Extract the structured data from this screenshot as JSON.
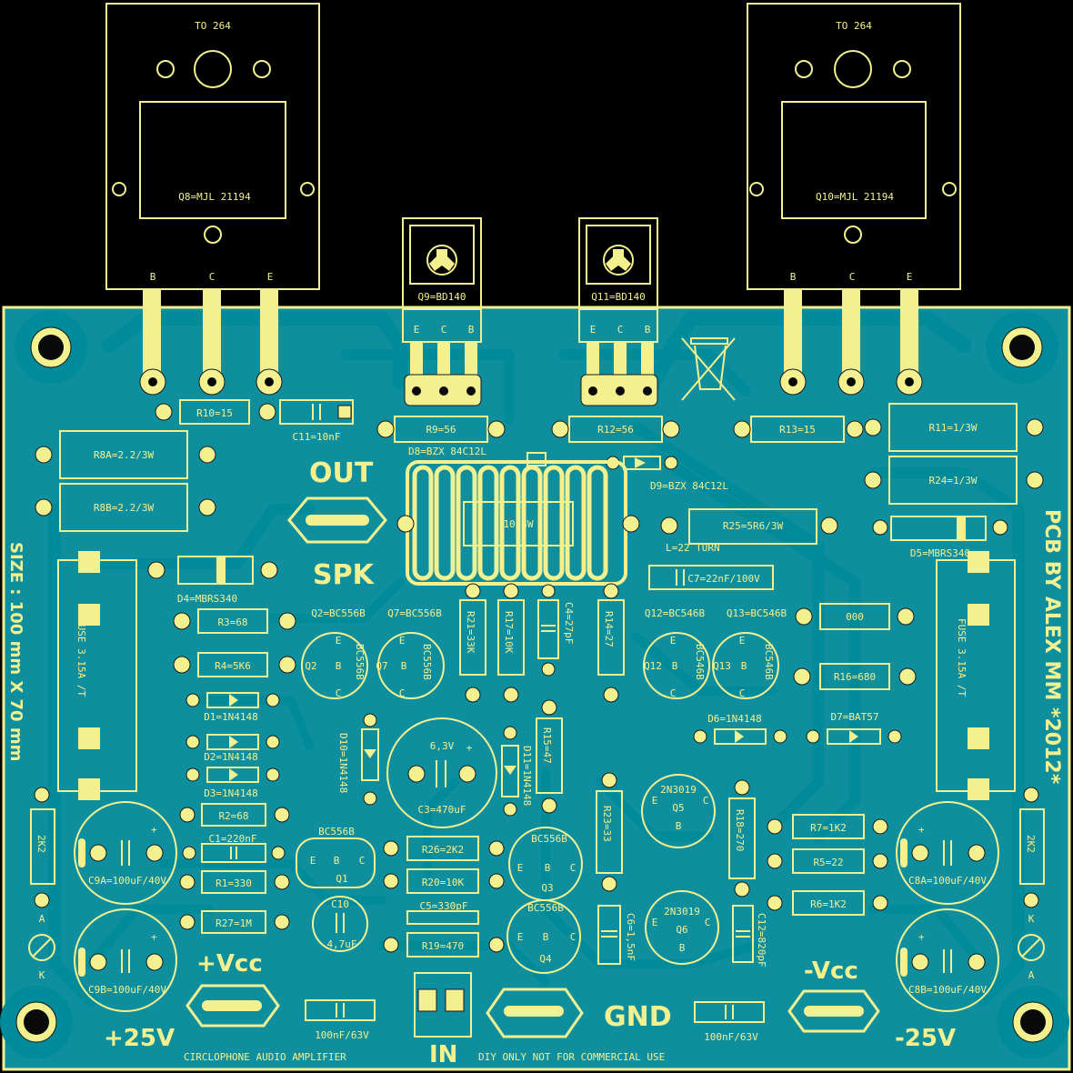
{
  "colors": {
    "board": "#0f8f9e",
    "copper": "#008b9a",
    "silk": "#f3f090",
    "background": "#000000"
  },
  "transistors_power": [
    {
      "package": "TO 264",
      "label": "Q8=MJL 21194",
      "pins": [
        "B",
        "C",
        "E"
      ]
    },
    {
      "package": "TO 264",
      "label": "Q10=MJL 21194",
      "pins": [
        "B",
        "C",
        "E"
      ]
    }
  ],
  "transistors_driver": [
    {
      "label": "Q9=BD140",
      "pins": [
        "E",
        "C",
        "B"
      ]
    },
    {
      "label": "Q11=BD140",
      "pins": [
        "E",
        "C",
        "B"
      ]
    }
  ],
  "resistors": {
    "r10": "R10=15",
    "r13": "R13=15",
    "r9": "R9=56",
    "r12": "R12=56",
    "r8a": "R8A=2.2/3W",
    "r8b": "R8B=2.2/3W",
    "r11": "R11=1/3W",
    "r24": "R24=1/3W",
    "r25": "R25=5R6/3W",
    "r3": "R3=68",
    "r4": "R4=5K6",
    "r2": "R2=68",
    "r1": "R1=330",
    "r27": "R27=1M",
    "r26": "R26=2K2",
    "r20": "R20=10K",
    "r19": "R19=470",
    "r21": "R21=33K",
    "r17": "R17=10K",
    "r14": "R14=27",
    "r16": "R16=680",
    "r15": "R15=47",
    "r23": "R23=33",
    "r18": "R18=270",
    "r7": "R7=1K2",
    "r5": "R5=22",
    "r6": "R6=1K2",
    "r2k2_left": "2K2",
    "r2k2_right": "2K2",
    "r_unlabeled": "000"
  },
  "capacitors": {
    "c11": "C11=10nF",
    "c7": "C7=22nF/100V",
    "c4": "C4=27pF",
    "c3_value": "C3=470uF",
    "c3_voltage": "6,3V",
    "c1": "C1=220nF",
    "c10": "C10",
    "c10_value": "4,7uF",
    "c5": "C5=330pF",
    "c6": "C6=1,5nF",
    "c12": "C12=820pF",
    "c9a": "C9A=100uF/40V",
    "c9b": "C9B=100uF/40V",
    "c8a": "C8A=100uF/40V",
    "c8b": "C8B=100uF/40V",
    "c_bypass_left": "100nF/63V",
    "c_bypass_right": "100nF/63V"
  },
  "diodes": {
    "d8": "D8=BZX 84C12L",
    "d9": "D9=BZX 84C12L",
    "d4": "D4=MBRS340",
    "d5": "D5=MBRS340",
    "d1": "D1=1N4148",
    "d2": "D2=1N4148",
    "d3": "D3=1N4148",
    "d10": "D10=1N4148",
    "d11": "D11=1N4148",
    "d6": "D6=1N4148",
    "d7": "D7=BAT57"
  },
  "small_transistors": {
    "q2_title": "Q2=BC556B",
    "q7_title": "Q7=BC556B",
    "q12_title": "Q12=BC546B",
    "q13_title": "Q13=BC546B",
    "q2_ref": "Q2",
    "q7_ref": "Q7",
    "q12_ref": "Q12",
    "q13_ref": "Q13",
    "pnp_part": "BC556B",
    "npn_part": "BC546B",
    "q1_ref": "Q1",
    "q3_ref": "Q3",
    "q4_ref": "Q4",
    "q5_ref": "Q5",
    "q6_ref": "Q6",
    "q5_part": "2N3019",
    "q6_part": "2N3019",
    "pin_e": "E",
    "pin_b": "B",
    "pin_c": "C"
  },
  "inductor": {
    "label": "L=22 TURN",
    "center_label": "10/3W"
  },
  "fuses": [
    "FUSE 3.15A /T",
    "FUSE 3.15A /T"
  ],
  "labels": {
    "out": "OUT",
    "spk": "SPK",
    "gnd": "GND",
    "in": "IN",
    "vcc_pos": "+Vcc",
    "vcc_neg": "-Vcc",
    "v_pos": "+25V",
    "v_neg": "-25V",
    "size": "SIZE : 100 mm X 70 mm",
    "credit": "PCB BY ALEX MM *2012*",
    "title": "CIRCLOPHONE AUDIO AMPLIFIER",
    "notice": "DIY ONLY NOT FOR COMMERCIAL USE",
    "led_a": "A",
    "led_k": "K"
  }
}
